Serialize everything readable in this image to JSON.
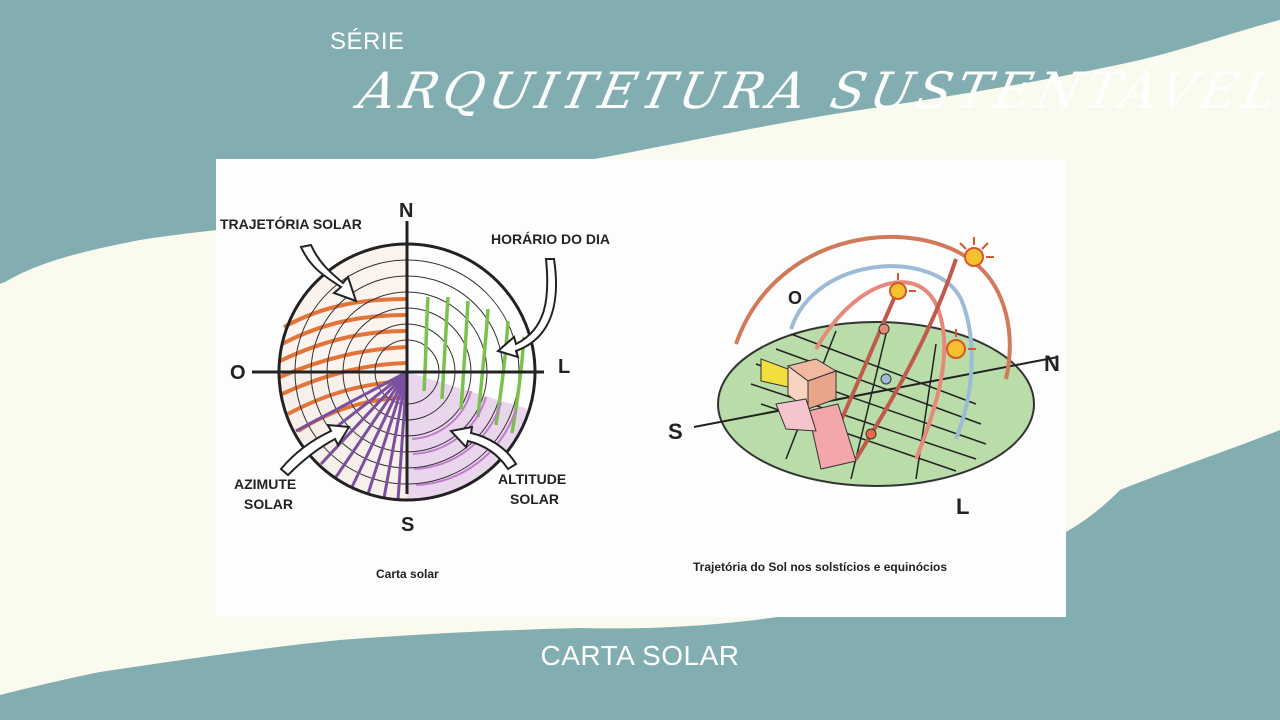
{
  "header": {
    "series_label": "SÉRIE",
    "series_name": "ARQUITETURA SUSTENTÁVEL"
  },
  "left_diagram": {
    "caption": "Carta solar",
    "labels": {
      "trajetoria": "TRAJETÓRIA SOLAR",
      "horario": "HORÁRIO DO DIA",
      "azimute_1": "AZIMUTE",
      "azimute_2": "SOLAR",
      "altitude_1": "ALTITUDE",
      "altitude_2": "SOLAR"
    },
    "compass": {
      "north": "N",
      "south": "S",
      "west": "O",
      "east": "L"
    }
  },
  "right_diagram": {
    "caption": "Trajetória do Sol nos solstícios e equinócios",
    "compass": {
      "north": "N",
      "south": "S",
      "west": "O",
      "east": "L"
    }
  },
  "footer": {
    "title": "CARTA SOLAR"
  },
  "colors": {
    "teal": "#82aeb1",
    "cream": "#fbfaef",
    "orange": "#e2743a",
    "green": "#7cc04d",
    "purple": "#7a4fa0",
    "pink": "#c99ad2",
    "ground": "#b9dca8"
  }
}
